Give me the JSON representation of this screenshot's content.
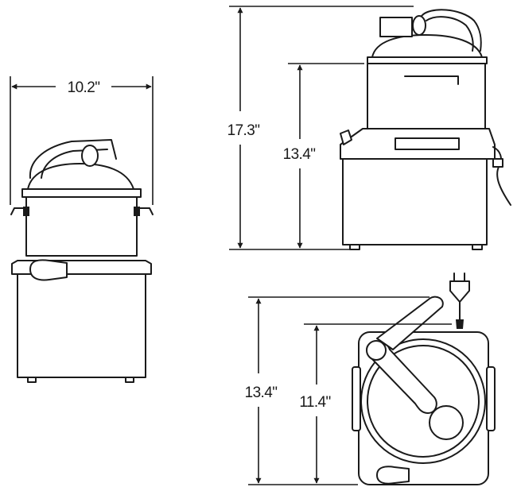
{
  "dimensions": {
    "width_front": "10.2\"",
    "height_total_side": "17.3\"",
    "height_body_side": "13.4\"",
    "depth_total_top": "13.4\"",
    "depth_body_top": "11.4\""
  },
  "colors": {
    "line": "#1a1a1a",
    "background": "#ffffff"
  }
}
